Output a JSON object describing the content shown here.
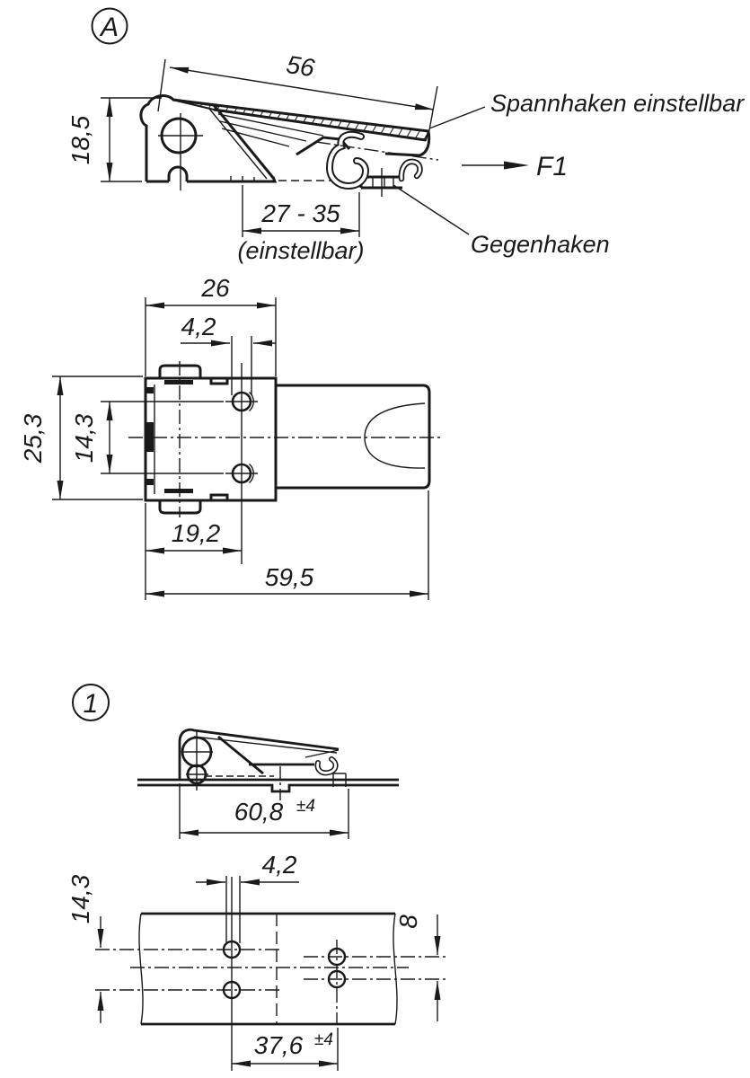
{
  "colors": {
    "line": "#1a1a1a",
    "background": "#ffffff"
  },
  "view_a": {
    "label": "A",
    "dims": {
      "lever_length": "56",
      "bracket_height": "18,5",
      "adjust_range": "27 - 35",
      "adjust_note": "(einstellbar)"
    },
    "callouts": {
      "spannhaken": "Spannhaken einstellbar",
      "force": "F1",
      "gegenhaken": "Gegenhaken"
    }
  },
  "view_plan": {
    "dims": {
      "bracket_width": "26",
      "hole_diameter": "4,2",
      "overall_width": "25,3",
      "hole_spacing": "14,3",
      "hole_offset": "19,2",
      "overall_length": "59,5"
    }
  },
  "view_1": {
    "label": "1",
    "dims": {
      "mounted_length": "60,8",
      "mounted_length_tol": "±4",
      "hole_diameter": "4,2",
      "left_hole_spacing": "14,3",
      "right_hole_spacing": "8",
      "hole_distance": "37,6",
      "hole_distance_tol": "±4"
    }
  }
}
